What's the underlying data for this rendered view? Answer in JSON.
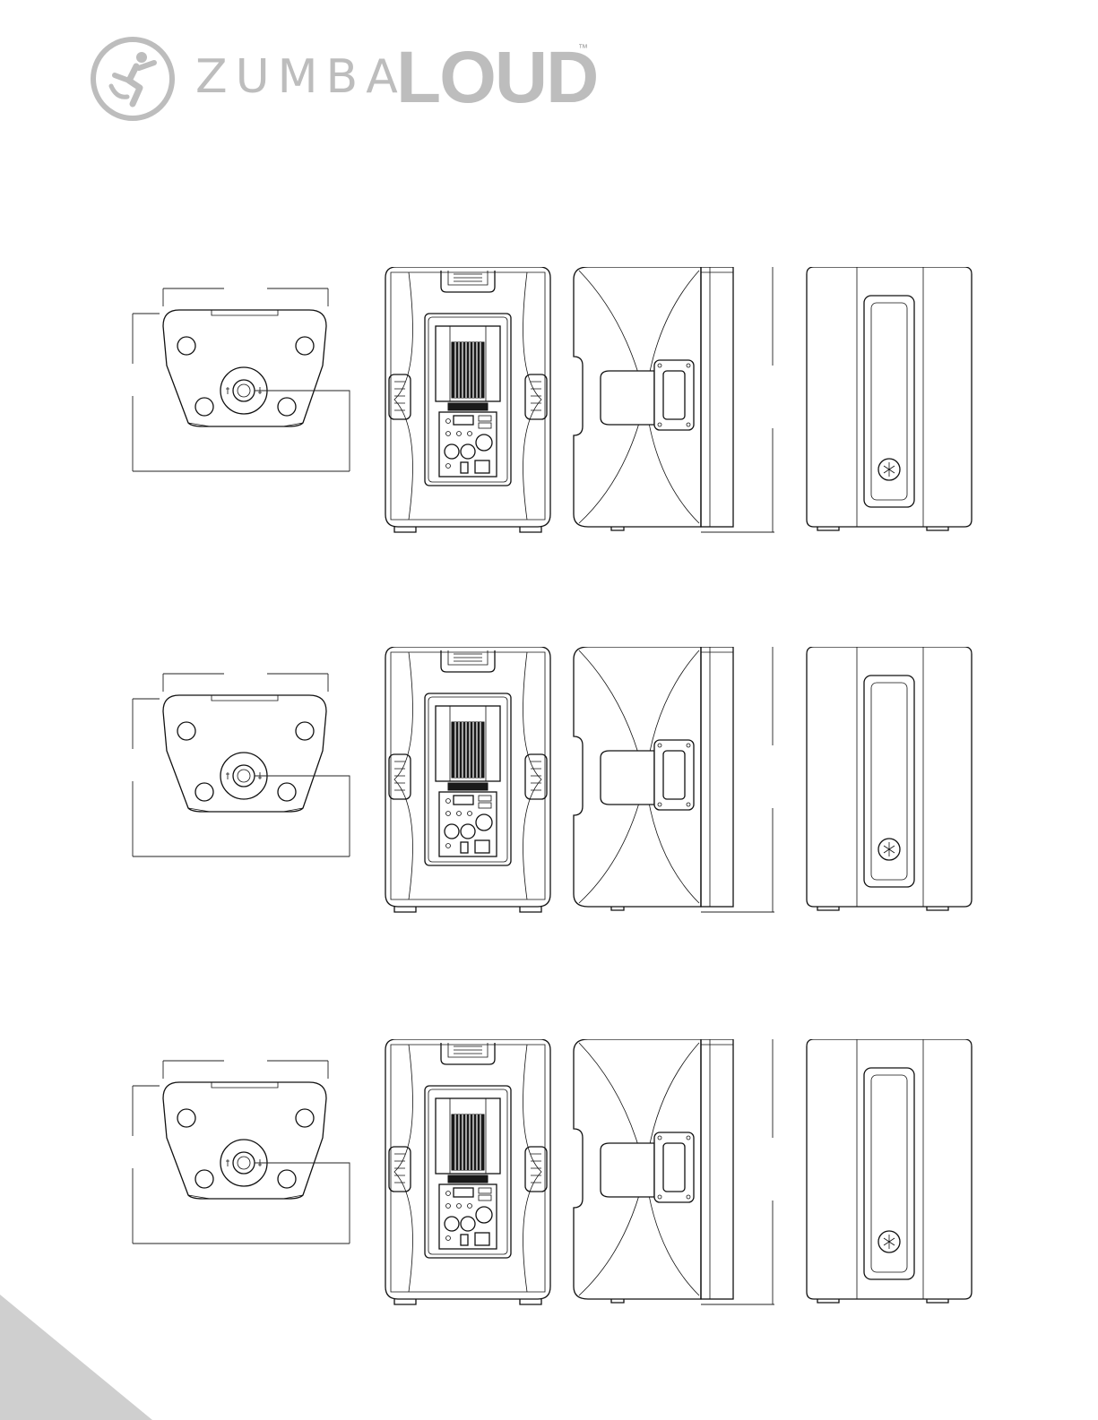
{
  "brand": {
    "logo_word_light": "ZUMBA",
    "logo_word_bold": "LOUD",
    "trademark": "™",
    "logo_color": "#bdbdbd"
  },
  "views": {
    "rows": 3,
    "per_row": [
      "bottom-view",
      "rear-view",
      "side-view",
      "front-view"
    ]
  },
  "colors": {
    "line": "#111111",
    "corner": "#cfcfcf"
  }
}
